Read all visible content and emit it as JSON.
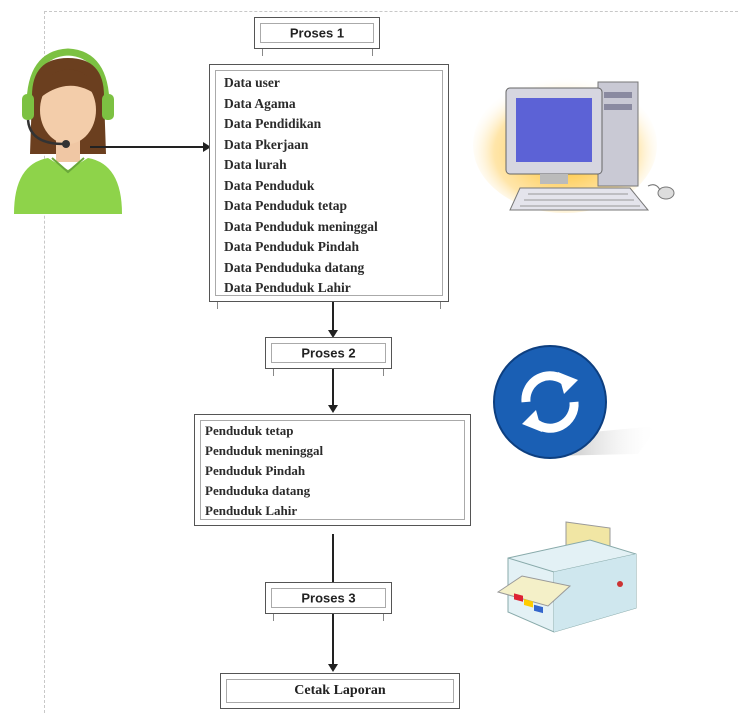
{
  "process_1": {
    "label": "Proses 1"
  },
  "data_list": {
    "items": [
      "Data user",
      "Data Agama",
      "Data Pendidikan",
      "Data Pkerjaan",
      "Data lurah",
      "Data Penduduk",
      "Data Penduduk tetap",
      "Data Penduduk meninggal",
      "Data Penduduk Pindah",
      "Data Penduduka datang",
      "Data Penduduk Lahir"
    ]
  },
  "process_2": {
    "label": "Proses 2"
  },
  "penduduk_list": {
    "items": [
      "Penduduk tetap",
      "Penduduk meninggal",
      "Penduduk Pindah",
      "Penduduka datang",
      "Penduduk Lahir"
    ]
  },
  "process_3": {
    "label": "Proses 3"
  },
  "report": {
    "label": "Cetak Laporan"
  },
  "icons": [
    "operator-icon",
    "computer-icon",
    "sync-icon",
    "printer-icon"
  ],
  "colors": {
    "sync_blue": "#1a5fb4",
    "operator_green": "#8ed34a",
    "operator_hair": "#6b3f1f"
  }
}
